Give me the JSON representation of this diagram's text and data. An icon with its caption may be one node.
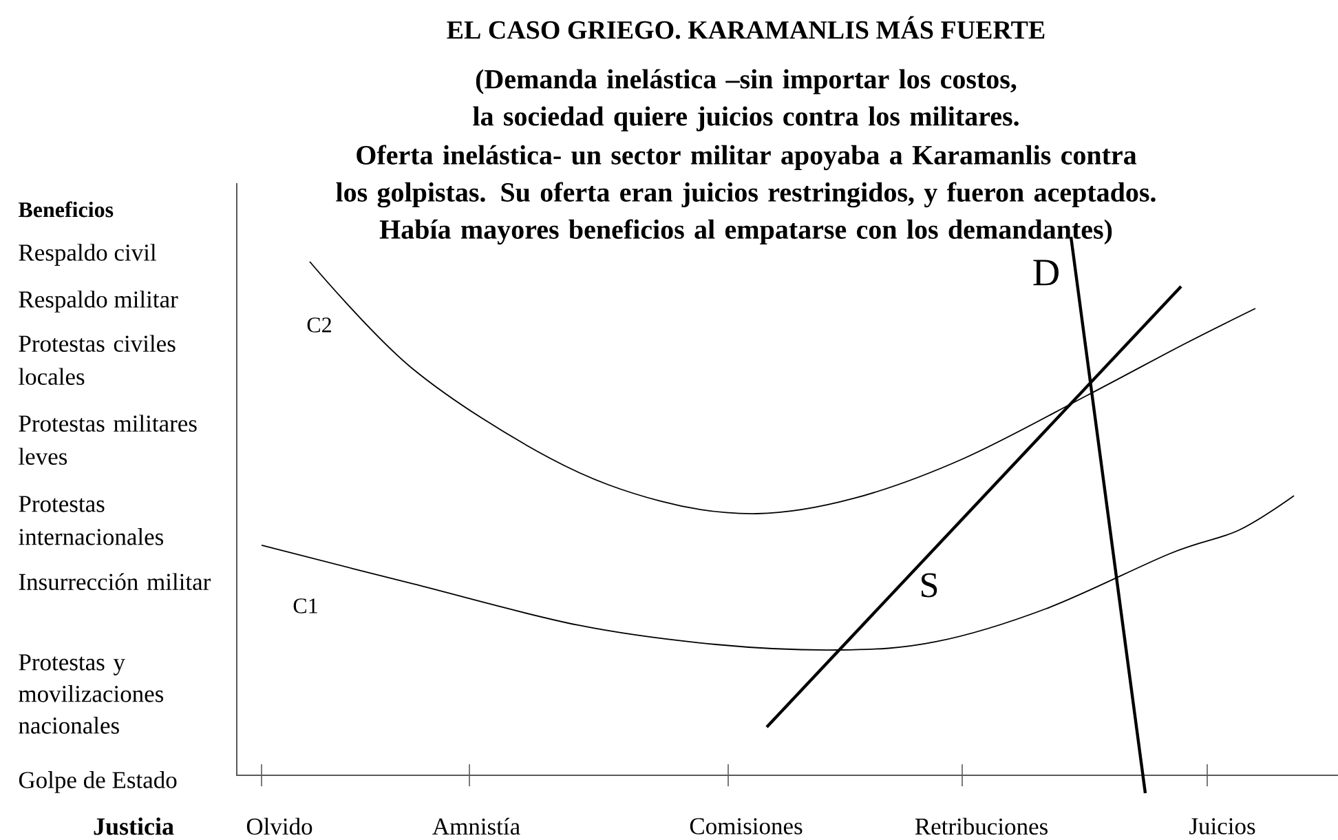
{
  "diagram": {
    "title": "EL CASO GRIEGO. KARAMANLIS MÁS FUERTE",
    "labels": [
      "(Demanda inelástica –sin importar los costos, la sociedad quiere juicios contra los militares.",
      "Oferta inelástica- un sector militar apoyaba a Karamanlis contra los golpistas. Su oferta eran juicios restringidos, y fueron aceptados.",
      "Había mayores beneficios al empatarse con los demandantes)",
      "Beneficios",
      "Respaldo civil",
      "Respaldo militar",
      "Protestas civiles locales",
      "Protestas militares leves",
      "Protestas internacionales",
      "Insurrección militar",
      "Protestas y movilizaciones nacionales",
      "Golpe de Estado",
      "D",
      "C2",
      "S",
      "C1",
      "Justicia",
      "Olvido",
      "Amnistía",
      "Comisiones",
      "Retribuciones",
      "Juicios"
    ]
  }
}
